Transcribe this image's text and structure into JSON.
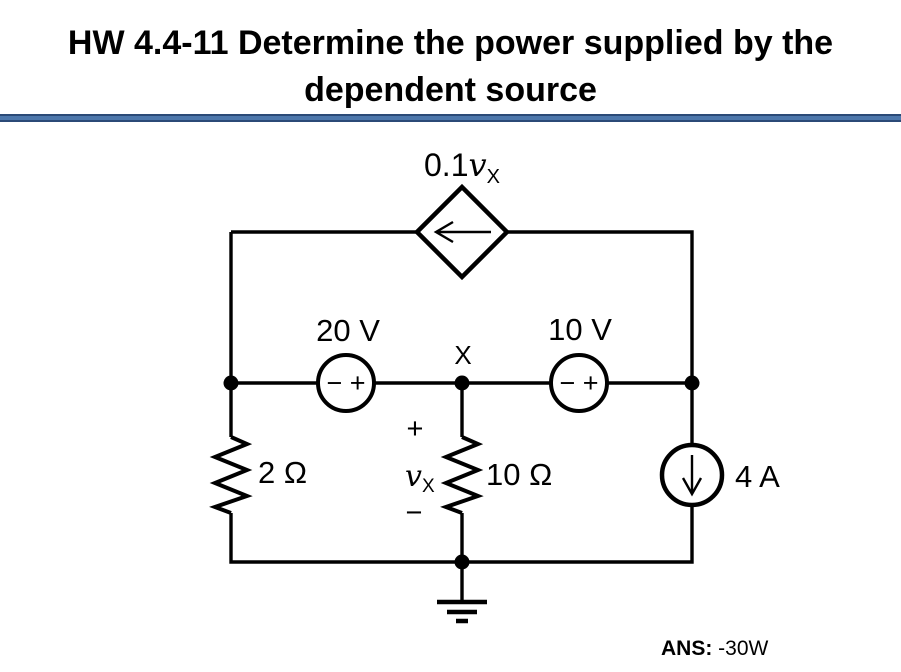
{
  "title": {
    "line1": "HW 4.4-11 Determine the power supplied by the",
    "line2": "dependent source"
  },
  "colors": {
    "rule_fill": "#4d77ab",
    "rule_edge": "#2b4a77",
    "wire": "#000000",
    "background": "#ffffff"
  },
  "circuit": {
    "dependent_source": {
      "type": "dependent current source (diamond)",
      "arrow_icon": "left-arrow-icon",
      "coefficient": "0.1",
      "variable": "v",
      "subscript": "X"
    },
    "voltage_source_20": {
      "label": "20 V",
      "polarity": "− +"
    },
    "voltage_source_10": {
      "label": "10 V",
      "polarity": "− +"
    },
    "current_source_4": {
      "label": "4 A",
      "arrow_icon": "down-arrow-icon"
    },
    "resistor_2": {
      "label": "2 Ω"
    },
    "resistor_10": {
      "label": "10 Ω"
    },
    "node_x": {
      "label": "X"
    },
    "vx_annotation": {
      "plus": "+",
      "variable": "v",
      "subscript": "X",
      "minus": "−"
    },
    "ground": {
      "icon": "ground-icon"
    }
  },
  "answer": {
    "label": "ANS:",
    "value": " -30W"
  }
}
